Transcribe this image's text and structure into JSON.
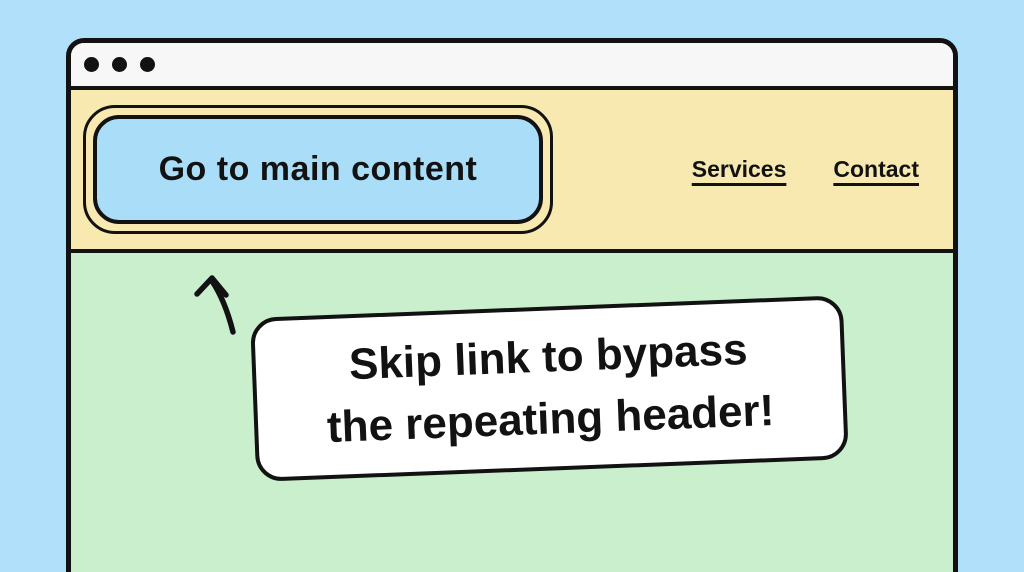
{
  "colors": {
    "page_background": "#b1e1fa",
    "titlebar_fill": "#f7f7f7",
    "header_fill": "#f8e9b0",
    "content_fill": "#c9efcd",
    "skip_button_fill": "#aadef8",
    "bubble_fill": "#ffffff",
    "outline": "#121212"
  },
  "window": {
    "titlebar": {
      "dot_count": 3
    },
    "header": {
      "skip_link_label": "Go to main content",
      "nav": [
        {
          "label": "Services"
        },
        {
          "label": "Contact"
        }
      ]
    },
    "content": {
      "arrow_icon": "curved-up-arrow",
      "annotation": {
        "line1": "Skip link to bypass",
        "line2": "the repeating header!"
      }
    }
  }
}
